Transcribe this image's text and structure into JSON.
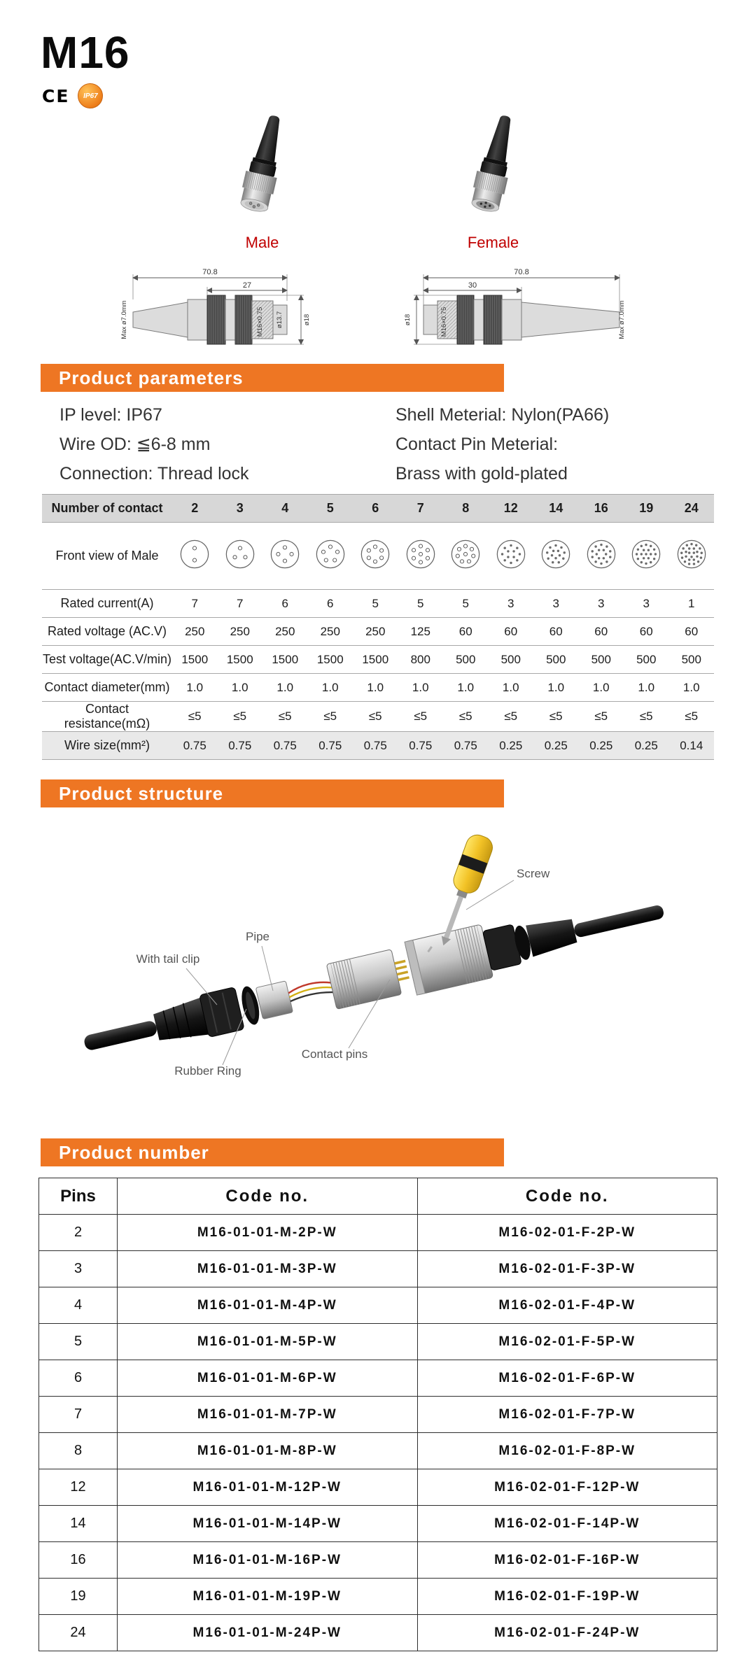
{
  "header": {
    "title": "M16",
    "ce_mark": "CE",
    "ip67_badge": "IP67"
  },
  "photos": {
    "male_caption": "Male",
    "female_caption": "Female"
  },
  "drawings": {
    "male": {
      "overall_length": "70.8",
      "section_length": "27",
      "cable_dia": "Max ø7.0mm",
      "thread_spec": "M16×0.75",
      "front_dia": "ø13.7",
      "body_dia": "ø18"
    },
    "female": {
      "overall_length": "70.8",
      "section_length": "30",
      "cable_dia": "Max ø7.0mm",
      "thread_spec": "M16×0.75",
      "body_dia": "ø18"
    }
  },
  "sections": {
    "parameters": "Product parameters",
    "structure": "Product structure",
    "number": "Product number"
  },
  "parameters": {
    "left": [
      "IP level: IP67",
      "Wire OD: ≦6-8 mm",
      "Connection: Thread lock"
    ],
    "right": [
      "Shell Meterial: Nylon(PA66)",
      "Contact Pin Meterial:",
      "Brass with gold-plated"
    ]
  },
  "spec_table": {
    "corner_label": "Number of contact",
    "contacts": [
      "2",
      "3",
      "4",
      "5",
      "6",
      "7",
      "8",
      "12",
      "14",
      "16",
      "19",
      "24"
    ],
    "front_view_label": "Front view of Male",
    "rows": [
      {
        "label": "Rated current(A)",
        "values": [
          "7",
          "7",
          "6",
          "6",
          "5",
          "5",
          "5",
          "3",
          "3",
          "3",
          "3",
          "1"
        ],
        "shaded": false
      },
      {
        "label": "Rated voltage (AC.V)",
        "values": [
          "250",
          "250",
          "250",
          "250",
          "250",
          "125",
          "60",
          "60",
          "60",
          "60",
          "60",
          "60"
        ],
        "shaded": false
      },
      {
        "label": "Test voltage(AC.V/min)",
        "values": [
          "1500",
          "1500",
          "1500",
          "1500",
          "1500",
          "800",
          "500",
          "500",
          "500",
          "500",
          "500",
          "500"
        ],
        "shaded": false
      },
      {
        "label": "Contact diameter(mm)",
        "values": [
          "1.0",
          "1.0",
          "1.0",
          "1.0",
          "1.0",
          "1.0",
          "1.0",
          "1.0",
          "1.0",
          "1.0",
          "1.0",
          "1.0"
        ],
        "shaded": false
      },
      {
        "label": "Contact resistance(mΩ)",
        "values": [
          "≤5",
          "≤5",
          "≤5",
          "≤5",
          "≤5",
          "≤5",
          "≤5",
          "≤5",
          "≤5",
          "≤5",
          "≤5",
          "≤5"
        ],
        "shaded": false
      },
      {
        "label": "Wire size(mm²)",
        "values": [
          "0.75",
          "0.75",
          "0.75",
          "0.75",
          "0.75",
          "0.75",
          "0.75",
          "0.25",
          "0.25",
          "0.25",
          "0.25",
          "0.14"
        ],
        "shaded": true
      }
    ]
  },
  "structure": {
    "labels": {
      "screw": "Screw",
      "pipe": "Pipe",
      "tail_clip": "With tail clip",
      "contact_pins": "Contact pins",
      "rubber_ring": "Rubber Ring"
    }
  },
  "codes_table": {
    "headers": [
      "Pins",
      "Code no.",
      "Code no."
    ],
    "rows": [
      {
        "pins": "2",
        "male_code": "M16-01-01-M-2P-W",
        "female_code": "M16-02-01-F-2P-W"
      },
      {
        "pins": "3",
        "male_code": "M16-01-01-M-3P-W",
        "female_code": "M16-02-01-F-3P-W"
      },
      {
        "pins": "4",
        "male_code": "M16-01-01-M-4P-W",
        "female_code": "M16-02-01-F-4P-W"
      },
      {
        "pins": "5",
        "male_code": "M16-01-01-M-5P-W",
        "female_code": "M16-02-01-F-5P-W"
      },
      {
        "pins": "6",
        "male_code": "M16-01-01-M-6P-W",
        "female_code": "M16-02-01-F-6P-W"
      },
      {
        "pins": "7",
        "male_code": "M16-01-01-M-7P-W",
        "female_code": "M16-02-01-F-7P-W"
      },
      {
        "pins": "8",
        "male_code": "M16-01-01-M-8P-W",
        "female_code": "M16-02-01-F-8P-W"
      },
      {
        "pins": "12",
        "male_code": "M16-01-01-M-12P-W",
        "female_code": "M16-02-01-F-12P-W"
      },
      {
        "pins": "14",
        "male_code": "M16-01-01-M-14P-W",
        "female_code": "M16-02-01-F-14P-W"
      },
      {
        "pins": "16",
        "male_code": "M16-01-01-M-16P-W",
        "female_code": "M16-02-01-F-16P-W"
      },
      {
        "pins": "19",
        "male_code": "M16-01-01-M-19P-W",
        "female_code": "M16-02-01-F-19P-W"
      },
      {
        "pins": "24",
        "male_code": "M16-01-01-M-24P-W",
        "female_code": "M16-02-01-F-24P-W"
      }
    ]
  }
}
